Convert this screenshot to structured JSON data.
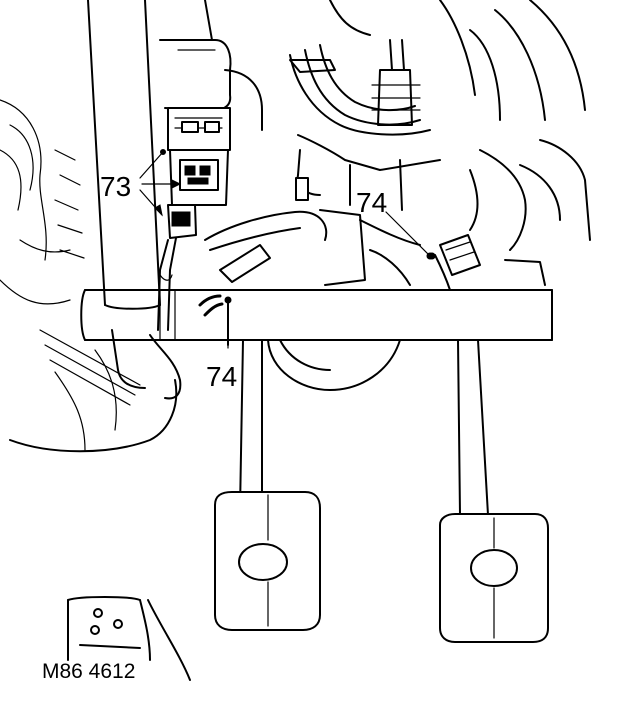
{
  "callouts": {
    "switch_group": "73",
    "right_sensor": "74",
    "lower_sensor": "74"
  },
  "figure_ref": "M86 4612"
}
